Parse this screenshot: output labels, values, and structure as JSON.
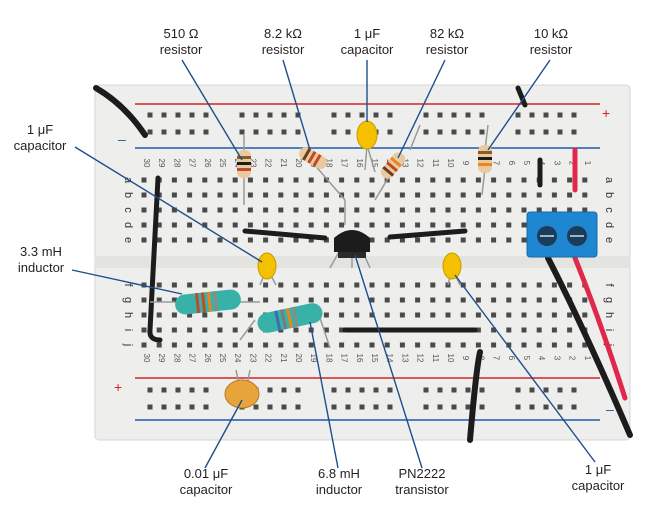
{
  "labels": {
    "r510": {
      "value": "510 Ω",
      "kind": "resistor"
    },
    "r8k2": {
      "value": "8.2 kΩ",
      "kind": "resistor"
    },
    "c1top": {
      "value": "1 μF",
      "kind": "capacitor"
    },
    "r82k": {
      "value": "82 kΩ",
      "kind": "resistor"
    },
    "r10k": {
      "value": "10 kΩ",
      "kind": "resistor"
    },
    "c1left": {
      "value": "1 μF",
      "kind": "capacitor"
    },
    "l3m3": {
      "value": "3.3 mH",
      "kind": "inductor"
    },
    "c001": {
      "value": "0.01 μF",
      "kind": "capacitor"
    },
    "l6m8": {
      "value": "6.8 mH",
      "kind": "inductor"
    },
    "q1": {
      "value": "PN2222",
      "kind": "transistor"
    },
    "c1right": {
      "value": "1 μF",
      "kind": "capacitor"
    }
  },
  "board": {
    "row_letters_top": [
      "a",
      "b",
      "c",
      "d",
      "e"
    ],
    "row_letters_bottom": [
      "f",
      "g",
      "h",
      "i",
      "j"
    ],
    "column_numbers": [
      "30",
      "29",
      "28",
      "27",
      "26",
      "25",
      "24",
      "23",
      "22",
      "21",
      "20",
      "19",
      "18",
      "17",
      "16",
      "15",
      "14",
      "13",
      "12",
      "11",
      "10",
      "9",
      "8",
      "7",
      "6",
      "5",
      "4",
      "3",
      "2",
      "1"
    ],
    "rail_plus": "+",
    "rail_minus": "–"
  },
  "colors": {
    "board": "#eeeeec",
    "rail_red": "#d2232a",
    "rail_blue": "#1e5aa8",
    "leader": "#1f4e8c",
    "resistor_body": "#e9c9a0",
    "capacitor_yellow": "#f5c000",
    "ceramic_orange": "#e8a33a",
    "inductor_teal": "#38b2a8",
    "terminal_blue": "#1f86d1",
    "wire_black": "#1c1c1c",
    "wire_red": "#e0284a"
  }
}
